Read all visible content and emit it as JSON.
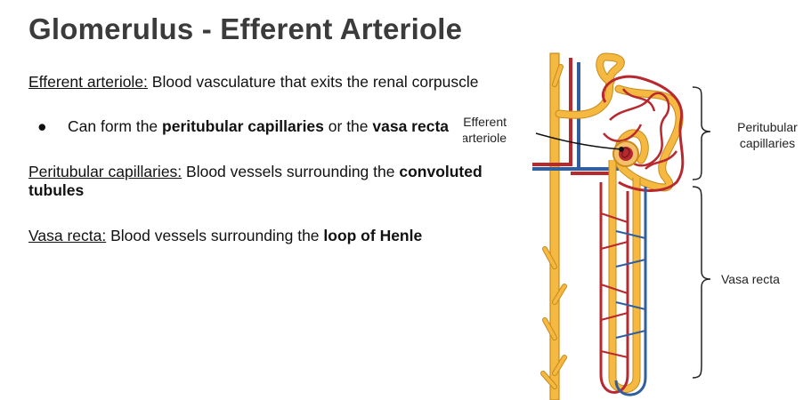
{
  "title": "Glomerulus - Efferent Arteriole",
  "efferent": {
    "term": "Efferent arteriole:",
    "def": " Blood vasculature that exits the renal corpuscle"
  },
  "bullet": {
    "pre": "Can form the ",
    "b1": "peritubular capillaries",
    "mid": " or the ",
    "b2": "vasa recta"
  },
  "peritubular": {
    "term": "Peritubular capillaries:",
    "def": " Blood vessels surrounding the ",
    "bold": "convoluted tubules"
  },
  "vasa": {
    "term": "Vasa recta:",
    "def": " Blood vessels surrounding the ",
    "bold": "loop of Henle"
  },
  "labels": {
    "efferent_l1": "Efferent",
    "efferent_l2": "arteriole",
    "peri_l1": "Peritubular",
    "peri_l2": "capillaries",
    "vasa": "Vasa recta"
  },
  "colors": {
    "tubule": "#f5b942",
    "tubule_edge": "#c98a1a",
    "artery": "#b8292f",
    "vein": "#2f5f9e",
    "title": "#3b3b3b"
  }
}
